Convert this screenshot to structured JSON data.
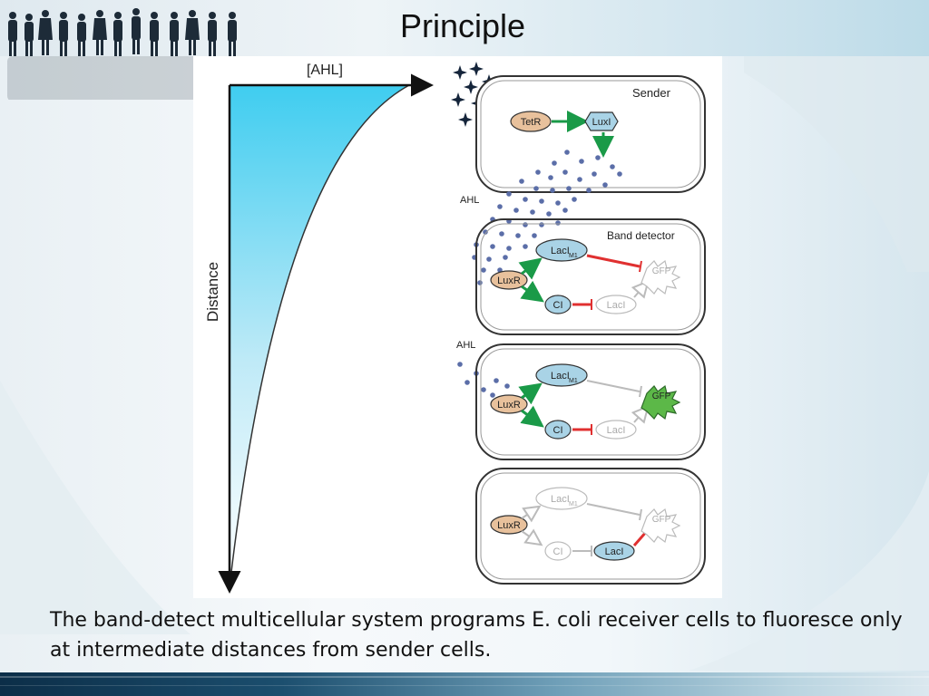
{
  "slide": {
    "title": "Principle",
    "caption": "The band-detect multicellular system programs E. coli receiver cells to fluoresce only at intermediate distances from sender cells."
  },
  "figure": {
    "axis_x_label": "[AHL]",
    "axis_y_label": "Distance",
    "ahl_label_1": "AHL",
    "ahl_label_2": "AHL",
    "sender": {
      "title": "Sender",
      "tetr": "TetR",
      "luxi": "LuxI"
    },
    "band_detector": {
      "title": "Band detector",
      "lacl_m1": "LacI",
      "m1_sub": "M1",
      "luxr": "LuxR",
      "ci": "CI",
      "lacl": "LacI",
      "gfp": "GFP"
    },
    "cell_mid": {
      "lacl_m1": "LacI",
      "m1_sub": "M1",
      "luxr": "LuxR",
      "ci": "CI",
      "lacl": "LacI",
      "gfp": "GFP"
    },
    "cell_far": {
      "lacl_m1": "LacI",
      "m1_sub": "M1",
      "luxr": "LuxR",
      "ci": "CI",
      "lacl": "LacI",
      "gfp": "GFP"
    },
    "colors": {
      "activation": "#1a9a48",
      "repression": "#e03030",
      "gfp_on": "#5cb848",
      "protein_blue": "#a9d3e6",
      "luxr_tan": "#e8c19c",
      "ahl_dot": "#5b6ea8",
      "gradient_top": "#3fcdf0"
    }
  }
}
